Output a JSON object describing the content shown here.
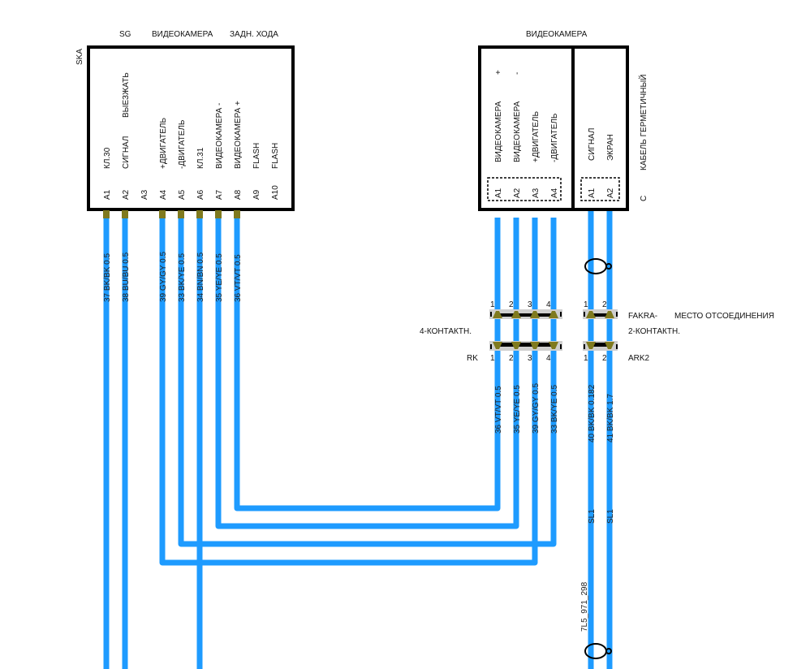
{
  "colors": {
    "wire": "#1e9bff",
    "pin": "#7f7a1e",
    "box_border": "#000000",
    "connector_body": "#cfcfcf",
    "text": "#111111"
  },
  "left_module": {
    "id": "SKA",
    "header_labels": [
      "SG",
      "ВИДЕОКАМЕРА",
      "ЗАДН. ХОДА"
    ],
    "pins": [
      {
        "pin": "A1",
        "function": "КЛ.30",
        "wire": "37 BK/BK 0.5"
      },
      {
        "pin": "A2",
        "function": "СИГНАЛ",
        "function2": "ВЫЕЗЖАТЬ",
        "wire": "38 BU/BU 0.5"
      },
      {
        "pin": "A3",
        "function": "",
        "wire": ""
      },
      {
        "pin": "A4",
        "function": "+ДВИГАТЕЛЬ",
        "wire": "39 GY/GY 0.5"
      },
      {
        "pin": "A5",
        "function": "-ДВИГАТЕЛЬ",
        "wire": "33 BK/YE 0.5"
      },
      {
        "pin": "A6",
        "function": "КЛ.31",
        "wire": "34 BN/BN 0.5"
      },
      {
        "pin": "A7",
        "function": "ВИДЕОКАМЕРА -",
        "wire": "35 YE/YE 0.5"
      },
      {
        "pin": "A8",
        "function": "ВИДЕОКАМЕРА +",
        "wire": "36 VT/VT 0.5"
      },
      {
        "pin": "A9",
        "function": "FLASH",
        "wire": ""
      },
      {
        "pin": "A10",
        "function": "FLASH",
        "wire": ""
      }
    ]
  },
  "camera": {
    "title": "ВИДЕОКАМЕРА",
    "group1": {
      "pins": [
        {
          "pin": "A1",
          "function": "ВИДЕОКАМЕРА",
          "sign": "+"
        },
        {
          "pin": "A2",
          "function": "ВИДЕОКАМЕРА",
          "sign": "-"
        },
        {
          "pin": "A3",
          "function": "+ДВИГАТЕЛЬ",
          "sign": ""
        },
        {
          "pin": "A4",
          "function": "-ДВИГАТЕЛЬ",
          "sign": ""
        }
      ]
    },
    "group2": {
      "pins": [
        {
          "pin": "A1",
          "function": "СИГНАЛ"
        },
        {
          "pin": "A2",
          "function": "ЭКРАН"
        }
      ]
    },
    "side_label": "КАБЕЛЬ ГЕРМЕТИЧНЫЙ",
    "side_letter": "С"
  },
  "connectors": {
    "four_pin": {
      "label": "4-КОНТАКТН.",
      "code": "RK",
      "pin_numbers": [
        "1",
        "2",
        "3",
        "4"
      ]
    },
    "two_pin": {
      "label_line1": "FAKRA-",
      "label_line2": "2-КОНТАКТН.",
      "code": "ARK2",
      "pin_numbers": [
        "1",
        "2"
      ]
    },
    "disconnect_label": "МЕСТО ОТСОЕДИНЕНИЯ"
  },
  "camera_wires": [
    {
      "wire": "36 VT/VT 0.5"
    },
    {
      "wire": "35 YE/YE 0.5"
    },
    {
      "wire": "39 GY/GY 0.5"
    },
    {
      "wire": "33 BK/YE 0.5"
    },
    {
      "wire": "40 BK/BK 0.182",
      "shield": "SL1"
    },
    {
      "wire": "41 BK/BK 1.7",
      "shield": "SL1"
    }
  ],
  "cable_part_number": "7L5_971_298"
}
